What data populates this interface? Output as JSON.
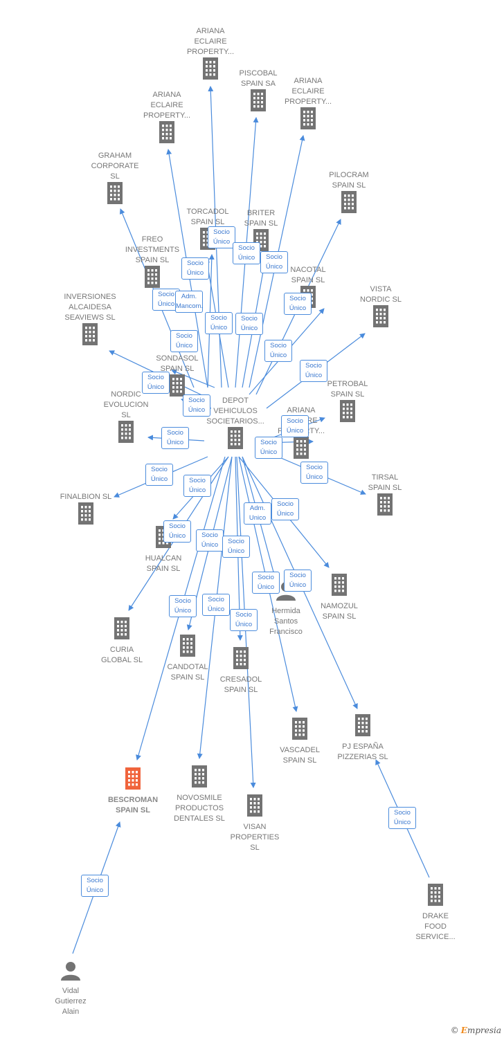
{
  "colors": {
    "edge": "#4a8bdc",
    "node": "#737373",
    "highlight": "#f0643c"
  },
  "nodes": [
    {
      "id": "ariana1",
      "label": [
        "ARIANA",
        "ECLAIRE",
        "PROPERTY..."
      ],
      "type": "company",
      "icon": "building-icon"
    },
    {
      "id": "piscobal",
      "label": [
        "PISCOBAL",
        "SPAIN SA"
      ],
      "type": "company",
      "icon": "building-icon"
    },
    {
      "id": "ariana2",
      "label": [
        "ARIANA",
        "ECLAIRE",
        "PROPERTY..."
      ],
      "type": "company",
      "icon": "building-icon"
    },
    {
      "id": "ariana3",
      "label": [
        "ARIANA",
        "ECLAIRE",
        "PROPERTY..."
      ],
      "type": "company",
      "icon": "building-icon"
    },
    {
      "id": "graham",
      "label": [
        "GRAHAM",
        "CORPORATE",
        "SL"
      ],
      "type": "company",
      "icon": "building-icon"
    },
    {
      "id": "pilocram",
      "label": [
        "PILOCRAM",
        "SPAIN  SL"
      ],
      "type": "company",
      "icon": "building-icon"
    },
    {
      "id": "torcadol",
      "label": [
        "TORCADOL",
        "SPAIN  SL"
      ],
      "type": "company",
      "icon": "building-icon"
    },
    {
      "id": "briter",
      "label": [
        "BRITER",
        "SPAIN  SL"
      ],
      "type": "company",
      "icon": "building-icon"
    },
    {
      "id": "freo",
      "label": [
        "FREO",
        "INVESTMENTS",
        "SPAIN  SL"
      ],
      "type": "company",
      "icon": "building-icon"
    },
    {
      "id": "nacotal",
      "label": [
        "NACOTAL",
        "SPAIN  SL"
      ],
      "type": "company",
      "icon": "building-icon"
    },
    {
      "id": "vista",
      "label": [
        "VISTA",
        "NORDIC  SL"
      ],
      "type": "company",
      "icon": "building-icon"
    },
    {
      "id": "inversiones",
      "label": [
        "INVERSIONES",
        "ALCAIDESA",
        "SEAVIEWS  SL"
      ],
      "type": "company",
      "icon": "building-icon"
    },
    {
      "id": "sondasol",
      "label": [
        "SONDASOL",
        "SPAIN  SL"
      ],
      "type": "company",
      "icon": "building-icon"
    },
    {
      "id": "nordic",
      "label": [
        "NORDIC",
        "EVOLUCION",
        "SL"
      ],
      "type": "company",
      "icon": "building-icon"
    },
    {
      "id": "depot",
      "label": [
        "DEPOT",
        "VEHICULOS",
        "SOCIETARIOS..."
      ],
      "type": "company",
      "icon": "building-icon"
    },
    {
      "id": "petrobal",
      "label": [
        "PETROBAL",
        "SPAIN  SL"
      ],
      "type": "company",
      "icon": "building-icon"
    },
    {
      "id": "ariana4",
      "label": [
        "ARIANA",
        "ECLAIRE",
        "PROPERTY..."
      ],
      "type": "company",
      "icon": "building-icon"
    },
    {
      "id": "tirsal",
      "label": [
        "TIRSAL",
        "SPAIN  SL"
      ],
      "type": "company",
      "icon": "building-icon"
    },
    {
      "id": "finalbion",
      "label": [
        "FINALBION  SL"
      ],
      "type": "company",
      "icon": "building-icon"
    },
    {
      "id": "hualcan",
      "label": [
        "HUALCAN",
        "SPAIN  SL"
      ],
      "type": "company",
      "icon": "building-icon"
    },
    {
      "id": "namozul",
      "label": [
        "NAMOZUL",
        "SPAIN  SL"
      ],
      "type": "company",
      "icon": "building-icon"
    },
    {
      "id": "hermida",
      "label": [
        "Hermida",
        "Santos",
        "Francisco"
      ],
      "type": "person",
      "icon": "person-icon"
    },
    {
      "id": "curia",
      "label": [
        "CURIA",
        "GLOBAL  SL"
      ],
      "type": "company",
      "icon": "building-icon"
    },
    {
      "id": "candotal",
      "label": [
        "CANDOTAL",
        "SPAIN  SL"
      ],
      "type": "company",
      "icon": "building-icon"
    },
    {
      "id": "cresadol",
      "label": [
        "CRESADOL",
        "SPAIN  SL"
      ],
      "type": "company",
      "icon": "building-icon"
    },
    {
      "id": "vascadel",
      "label": [
        "VASCADEL",
        "SPAIN  SL"
      ],
      "type": "company",
      "icon": "building-icon"
    },
    {
      "id": "pjespana",
      "label": [
        "PJ ESPAÑA",
        "PIZZERIAS  SL"
      ],
      "type": "company",
      "icon": "building-icon"
    },
    {
      "id": "bescroman",
      "label": [
        "BESCROMAN",
        "SPAIN  SL"
      ],
      "type": "company",
      "icon": "building-icon",
      "highlight": true
    },
    {
      "id": "novosmile",
      "label": [
        "NOVOSMILE",
        "PRODUCTOS",
        "DENTALES  SL"
      ],
      "type": "company",
      "icon": "building-icon"
    },
    {
      "id": "visan",
      "label": [
        "VISAN",
        "PROPERTIES",
        "SL"
      ],
      "type": "company",
      "icon": "building-icon"
    },
    {
      "id": "drake",
      "label": [
        "DRAKE",
        "FOOD",
        "SERVICE..."
      ],
      "type": "company",
      "icon": "building-icon"
    },
    {
      "id": "vidal",
      "label": [
        "Vidal",
        "Gutierrez",
        "Alain"
      ],
      "type": "person",
      "icon": "person-icon"
    }
  ],
  "edge_labels": [
    [
      "Socio",
      "Único"
    ],
    [
      "Socio",
      "Único"
    ],
    [
      "Socio",
      "Único"
    ],
    [
      "Socio",
      "Único"
    ],
    [
      "Socio",
      "Único"
    ],
    [
      "Adm.",
      "Mancom."
    ],
    [
      "Socio",
      "Único"
    ],
    [
      "Socio",
      "Único"
    ],
    [
      "Socio",
      "Único"
    ],
    [
      "Socio",
      "Único"
    ],
    [
      "Socio",
      "Único"
    ],
    [
      "Socio",
      "Único"
    ],
    [
      "Socio",
      "Único"
    ],
    [
      "Socio",
      "Único"
    ],
    [
      "Socio",
      "Único"
    ],
    [
      "Socio",
      "Único"
    ],
    [
      "Socio",
      "Único"
    ],
    [
      "Socio",
      "Único"
    ],
    [
      "Socio",
      "Único"
    ],
    [
      "Socio",
      "Único"
    ],
    [
      "Socio",
      "Único"
    ],
    [
      "Adm.",
      "Unico"
    ],
    [
      "Socio",
      "Único"
    ],
    [
      "Socio",
      "Único"
    ],
    [
      "Socio",
      "Único"
    ],
    [
      "Socio",
      "Único"
    ],
    [
      "Socio",
      "Único"
    ],
    [
      "Socio",
      "Único"
    ],
    [
      "Socio",
      "Único"
    ],
    [
      "Socio",
      "Único"
    ],
    [
      "Socio",
      "Único"
    ],
    [
      "Socio",
      "Único"
    ],
    [
      "Socio",
      "Único"
    ],
    [
      "Adm.",
      "Unico"
    ]
  ],
  "brand": {
    "copyright": "©",
    "initial": "E",
    "rest": "mpresia"
  }
}
